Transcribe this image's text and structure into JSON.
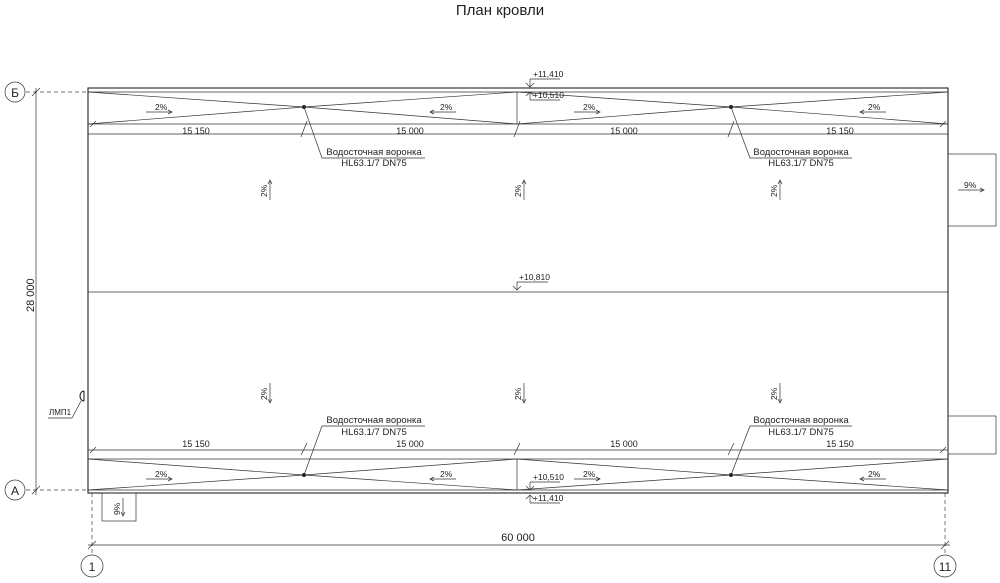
{
  "title": "План кровли",
  "axes": {
    "top": "Б",
    "bottom": "А",
    "left": "1",
    "right": "11"
  },
  "dimensions": {
    "overall_width": "60 000",
    "overall_height": "28 000"
  },
  "segments": [
    "15 150",
    "15 000",
    "15 000",
    "15 150"
  ],
  "elevations": {
    "top_ridge": "+11,410",
    "top_valley": "+10,510",
    "middle": "+10,810",
    "bottom_valley": "+10,510",
    "bottom_ridge": "+11,410"
  },
  "slopes": {
    "main": "2%",
    "annex": "9%"
  },
  "drain": {
    "line1": "Водосточная воронка",
    "line2": "HL63.1/7 DN75"
  },
  "lmp_label": "ЛМП1"
}
